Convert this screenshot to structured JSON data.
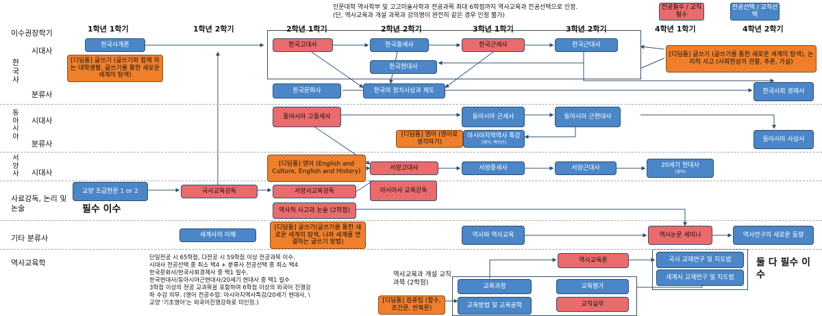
{
  "header": {
    "note_line1": "인문대학 역사학부 및 고고미술사학과 전공과목 최대 6학점까지 역사교육과 전공선택으로 인정.",
    "note_line2": "(단, 역사교육과 개설 과목과 강의명이 완전히 같은 경우 인정 불가)",
    "legend_required": "전공필수 / 교직필수",
    "legend_elective": "전공선택 / 교직선택",
    "track_label": "이수권장학기"
  },
  "columns": [
    "1학년 1학기",
    "1학년 2학기",
    "2학년 1학기",
    "2학년 2학기",
    "3학년 1학기",
    "3학년 2학기",
    "4학년 1학기",
    "4학년 2학기"
  ],
  "row_labels": {
    "korea_group": "한국사",
    "korea_period": "시대사",
    "korea_topic": "분류사",
    "eastasia_group": "동아시아",
    "eastasia_period": "시대사",
    "eastasia_topic": "분류사",
    "west_group": "서양사",
    "west_period": "시대사",
    "sources": "사료강독, 논리 및 논술",
    "other": "기타 분류사",
    "edu": "역사교육학"
  },
  "courses": {
    "k_intro": "한국사개론",
    "k_ancient": "한국고대사",
    "k_medieval": "한국중세사",
    "k_early_modern": "한국근세사",
    "k_modern": "한국근대사",
    "k_contemporary": "한국현대사",
    "k_culture": "한국문화사",
    "k_political": "한국의 정치사상과 제도",
    "k_social_econ": "한국사회 경제사",
    "k_writing1": "[디딤돌] 글쓰기 (글쓰기와 함께 하는 대학생활, 글쓰기를 통한 새로운 세계의 탐색)",
    "k_writing2": "[디딤돌] 글쓰기 (글쓰기를 통한 새로운 세계의 탐색), 논리적 사고 (사회현상의 관찰, 추론, 가설)",
    "ea_ancient": "동아시아 고중세사",
    "ea_early_modern": "동아시아 근세사",
    "ea_modern": "동아시아 근현대사",
    "ea_special_title": "아시아지역역사 특강",
    "ea_special_sub": "(영어, 짝수년)",
    "ea_thought": "동아시아 사상사",
    "english_speaking": "[디딤돌] 영어 (영어로 생각하기)",
    "english_culture": "[디딤돌] 영어 (English and Culture, English and History)",
    "w_ancient": "서양고대사",
    "w_medieval": "서양중세사",
    "w_modern": "서양근대사",
    "w_20c_title": "20세기 현대사",
    "w_20c_sub": "(영어)",
    "s_liberal": "교양 초급한문 1 or 2",
    "s_korean_reading": "국사교육강독",
    "s_western_reading": "서양사교육강독",
    "s_asian_reading": "아시아사 교육강독",
    "s_required": "필수 이수",
    "s_thinking": "역사적 사고과 논술 (2학점)",
    "o_world": "세계사의 이해",
    "o_writing": "[디딤돌] 글쓰기(글쓰기를 통한 새로운 세계의 탐색, 나와 세계를 연결하는 글쓰기 방법)",
    "o_history_edu": "역사와 역사교육",
    "o_seminar": "역사논문 세미나",
    "o_new_trends": "역사연구의 새로운 동향",
    "e_theory": "역사교육론",
    "e_kr_exchange": "국사 교재연구 및 지도법",
    "e_world_exchange": "세계사 교재연구 및 지도법",
    "e_both_required": "둘 다 필수 이수",
    "e_teaching_label": "역사교육과 개설 교직과목 (2학점)",
    "e_curriculum": "교육과정",
    "e_evaluation": "교육평가",
    "e_method": "교육방법 및 교육공학",
    "e_practice": "교직실무",
    "e_computing": "[디딤돌] 컴퓨팅 (함수, 조건문, 반복문)"
  },
  "footnote": [
    "단일전공 시 65학점, 다전공 시 59학점 이상 전공과목 이수.",
    "시대사 전공선택 중 최소 택4 + 분류사 전공선택 중 최소 택4",
    "한국문화사/한국사회경제사 중 택1 필수,",
    "한국현대사/동아시아근현대사/20세기 현대사 중 택1 필수",
    "3학점 이상의 전공 교과목을 포함하여 6학점 이상의 외국어 진행강",
    "좌 수강 의무. (영어 전공수업: 아시아지역사특강/20세기 현대사, \\",
    "교양 '기초영어'는 외국어진행강좌로 미인정.)"
  ],
  "colors": {
    "required": "#ea6b6b",
    "elective": "#4a86c8",
    "orange": "#ef7f2b",
    "line": "#2f4f6f"
  }
}
